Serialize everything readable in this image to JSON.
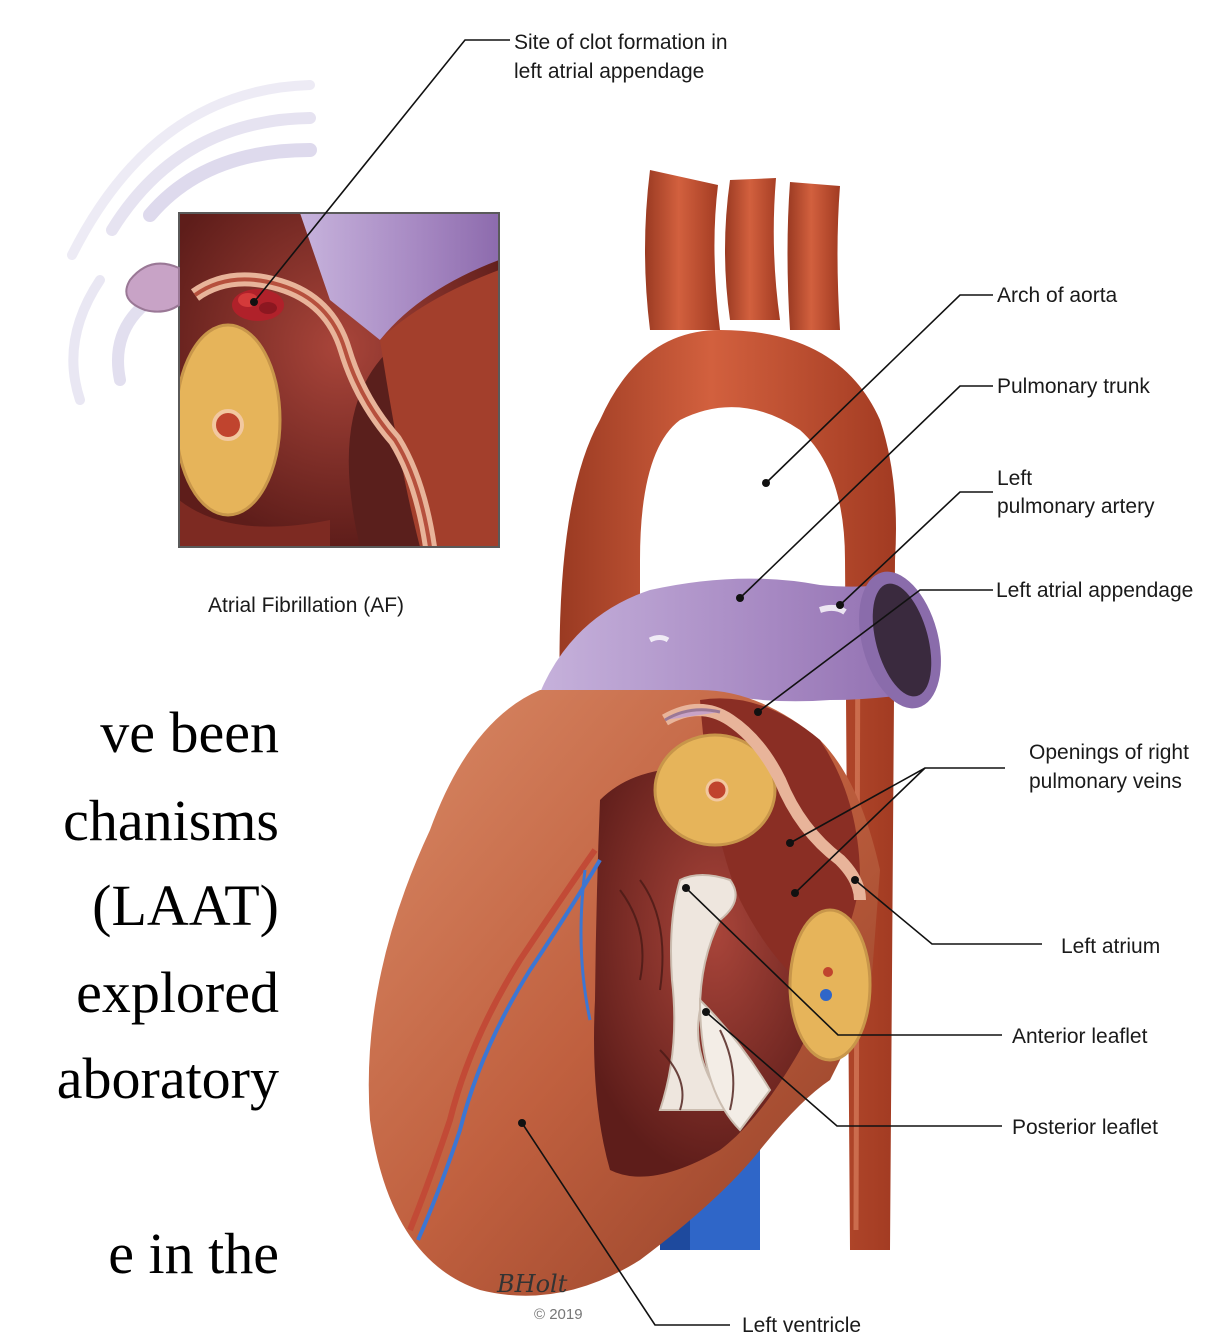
{
  "labels": {
    "clot_site": [
      "Site of clot formation in",
      "left atrial appendage"
    ],
    "arch_of_aorta": "Arch of aorta",
    "pulmonary_trunk": "Pulmonary trunk",
    "left_pulmonary_artery": [
      "Left",
      "pulmonary artery"
    ],
    "left_atrial_appendage": "Left atrial appendage",
    "openings_right_pulmonary_veins": [
      "Openings of right",
      "pulmonary veins"
    ],
    "left_atrium": "Left atrium",
    "anterior_leaflet": "Anterior leaflet",
    "posterior_leaflet": "Posterior leaflet",
    "left_ventricle": "Left ventricle",
    "inset_caption": "Atrial Fibrillation (AF)"
  },
  "body_text": {
    "line1": "ve    been",
    "line2": "chanisms",
    "line3": "(LAAT)",
    "line4": "explored",
    "line5": "aboratory",
    "line6": "e    in    the"
  },
  "signature": "BHolt",
  "copyright": "© 2019",
  "colors": {
    "aorta": "#c04a2c",
    "pulmonary": "#a98fc0",
    "muscle": "#b9583a",
    "fat": "#e9b85a",
    "vein_blue": "#2f66c8"
  }
}
